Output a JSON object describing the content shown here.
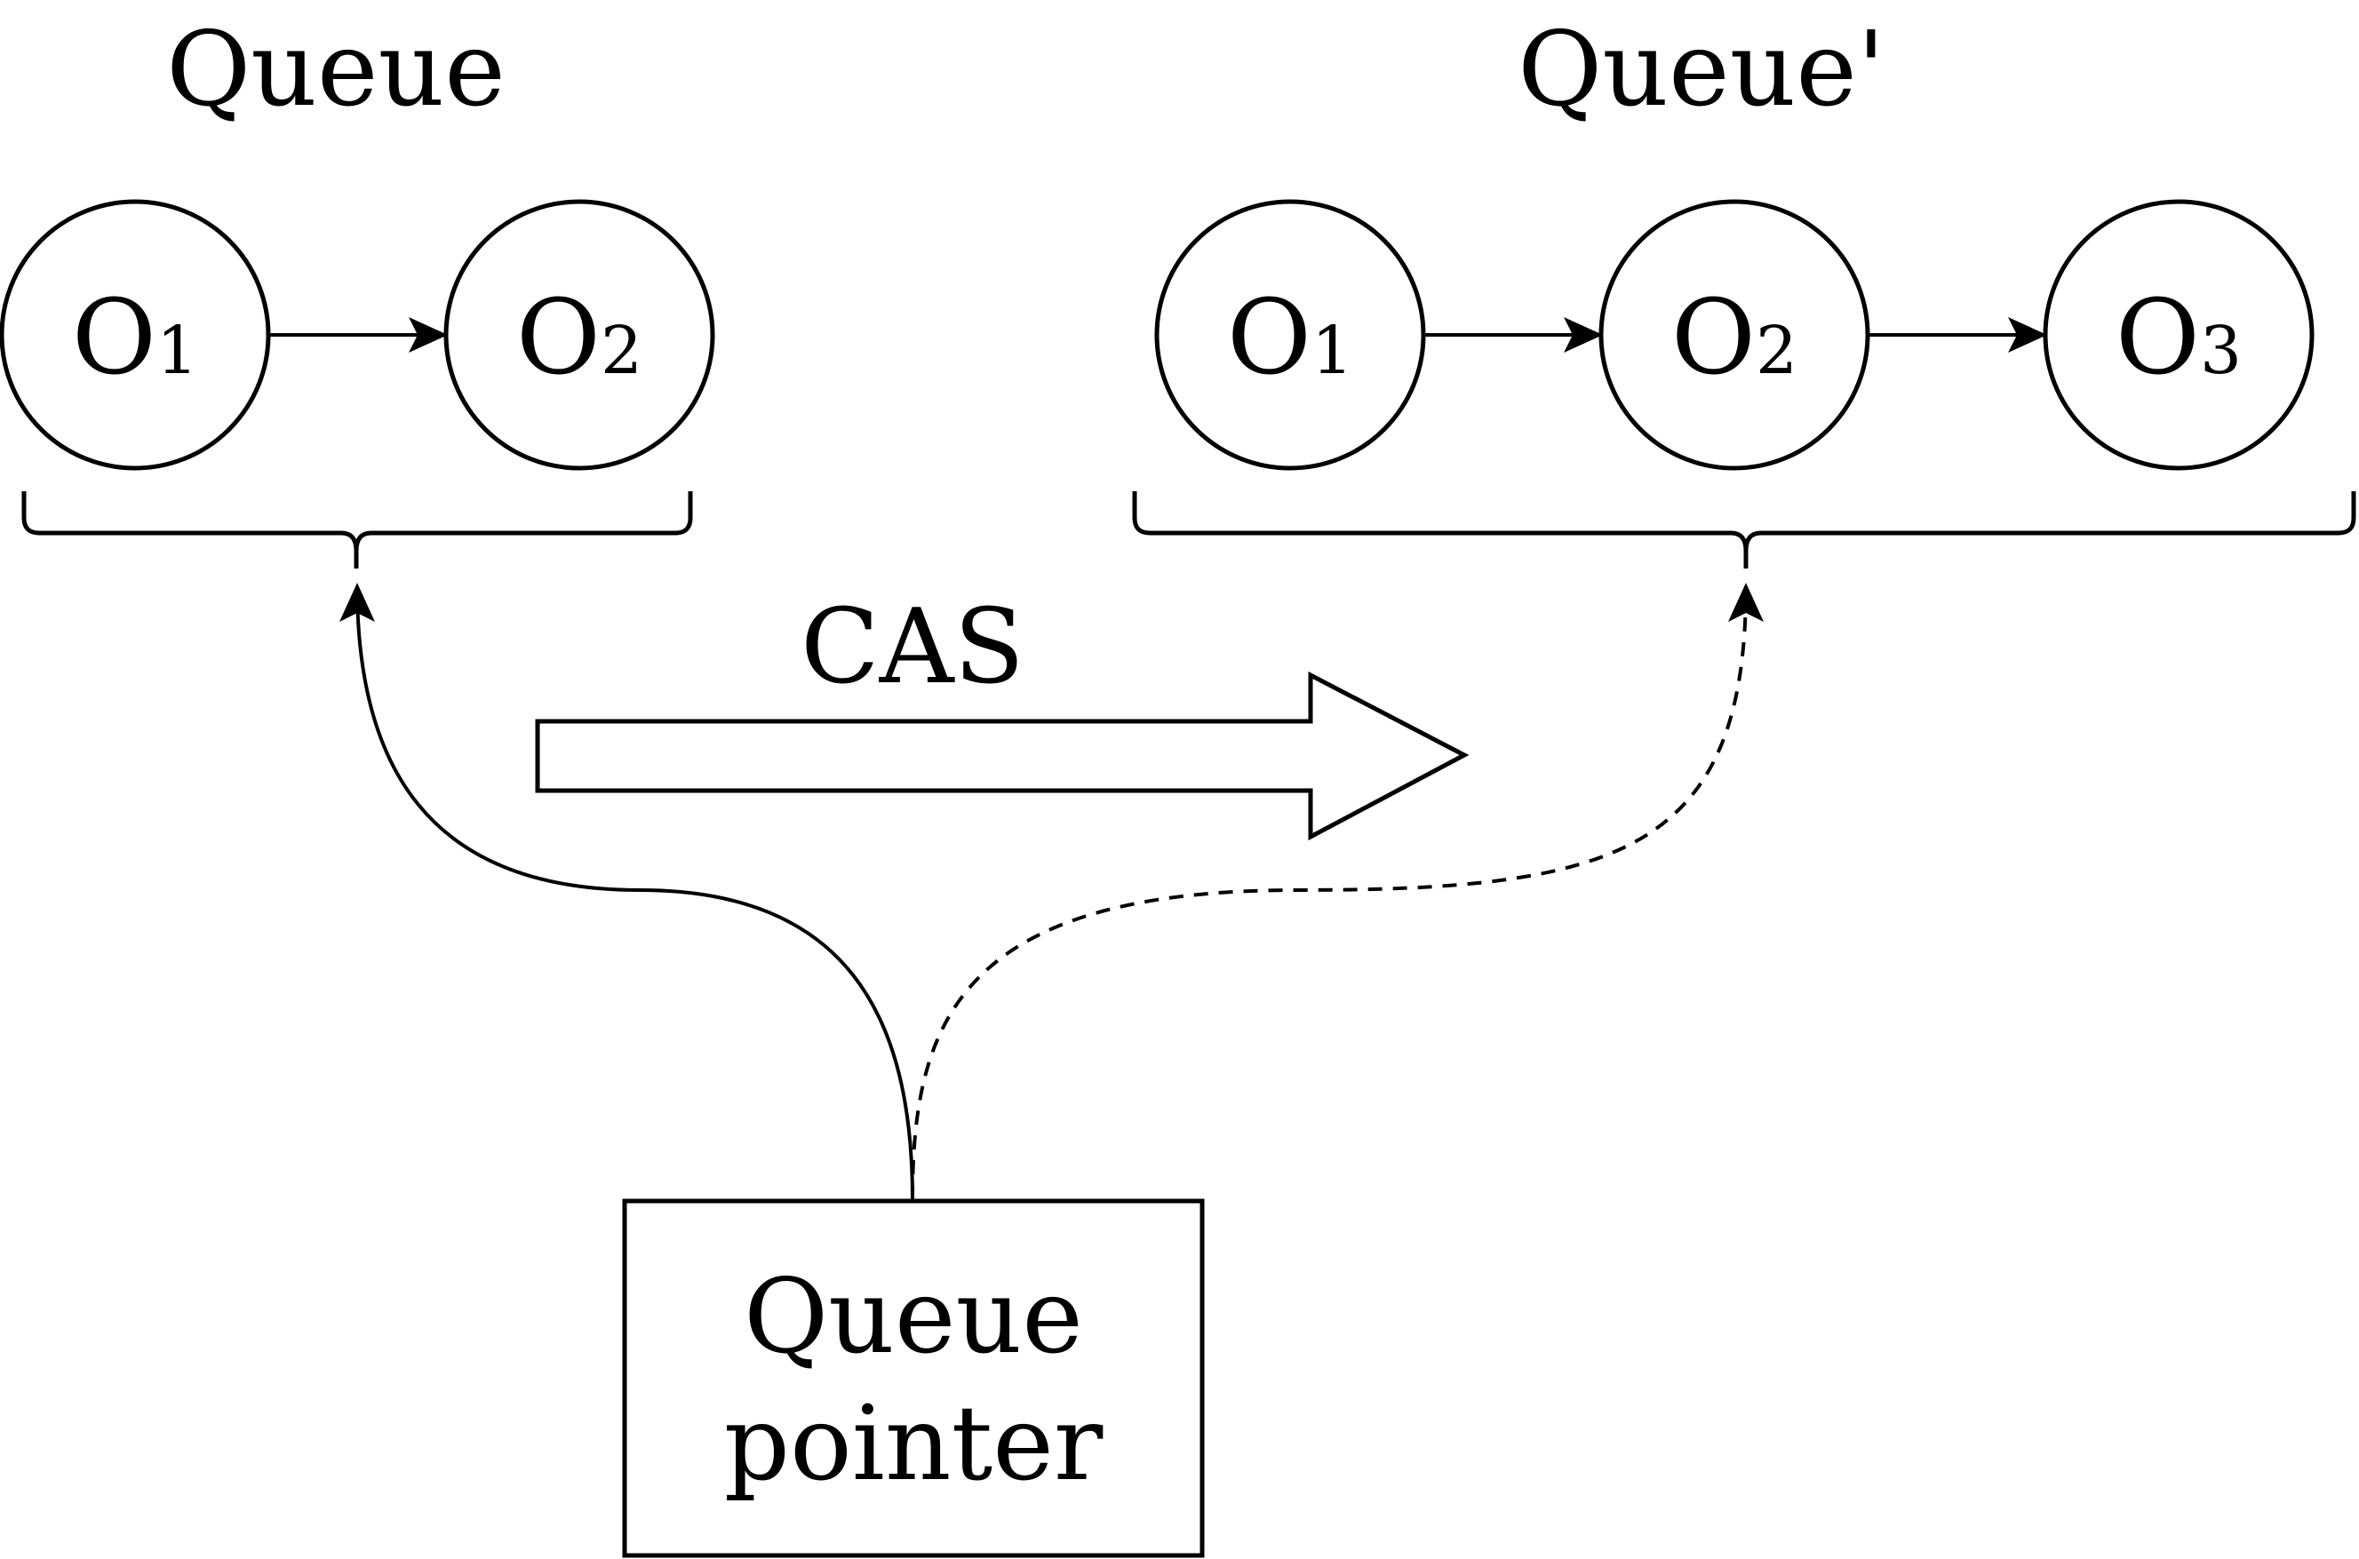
{
  "queue_before": {
    "title": "Queue",
    "nodes": [
      {
        "letter": "O",
        "index": "1"
      },
      {
        "letter": "O",
        "index": "2"
      }
    ]
  },
  "queue_after": {
    "title": "Queue'",
    "nodes": [
      {
        "letter": "O",
        "index": "1"
      },
      {
        "letter": "O",
        "index": "2"
      },
      {
        "letter": "O",
        "index": "3"
      }
    ]
  },
  "operation": {
    "label": "CAS"
  },
  "pointer_box": {
    "line1": "Queue",
    "line2": "pointer"
  },
  "colors": {
    "stroke": "#000000",
    "background": "#ffffff"
  }
}
